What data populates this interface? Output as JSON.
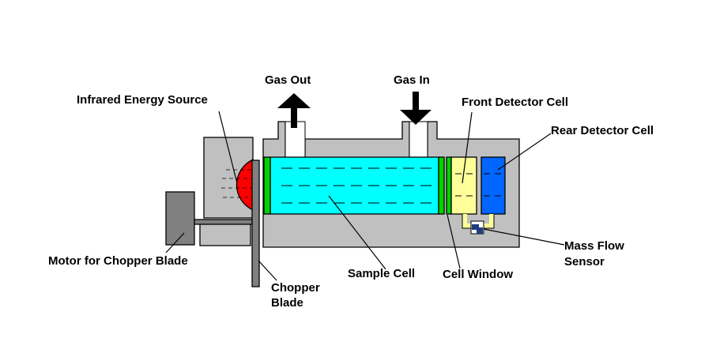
{
  "labels": {
    "gas_out": "Gas Out",
    "gas_in": "Gas In",
    "infrared_source": "Infrared Energy Source",
    "front_detector": "Front Detector Cell",
    "rear_detector": "Rear Detector Cell",
    "mass_flow_line1": "Mass Flow",
    "mass_flow_line2": "Sensor",
    "motor": "Motor for Chopper Blade",
    "sample_cell": "Sample Cell",
    "cell_window": "Cell Window",
    "chopper_line1": "Chopper",
    "chopper_line2": "Blade"
  },
  "colors": {
    "housing": "#c0c0c0",
    "sample_cell": "#00ffff",
    "cell_window": "#00d400",
    "front_detector": "#ffff99",
    "rear_detector": "#0066ff",
    "ir_source": "#ff0000",
    "motor": "#808080",
    "mass_flow_sensor": "#1f3f7f",
    "arrow": "#000000"
  }
}
